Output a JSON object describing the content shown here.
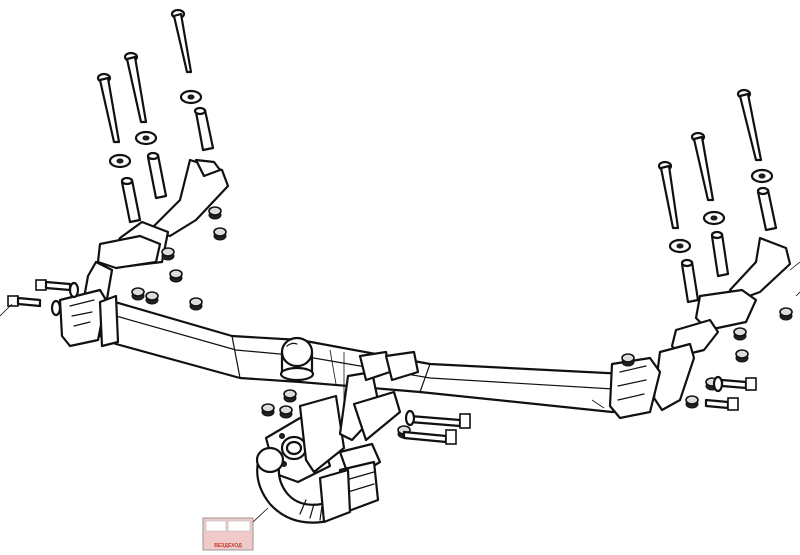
{
  "diagram": {
    "parts": [
      "crossbar-beam",
      "left-side-bracket",
      "right-side-bracket",
      "tow-ball",
      "swan-neck-arm",
      "socket-plate",
      "long-bolt",
      "spacer-tube",
      "flat-washer",
      "nut",
      "short-bolt",
      "identification-plate"
    ]
  },
  "plate": {
    "brand_text": "ВЕЗДЕХОД"
  },
  "colors": {
    "line": "#111111",
    "plate_fill": "#f2c9c9",
    "plate_text": "#c0392b"
  }
}
